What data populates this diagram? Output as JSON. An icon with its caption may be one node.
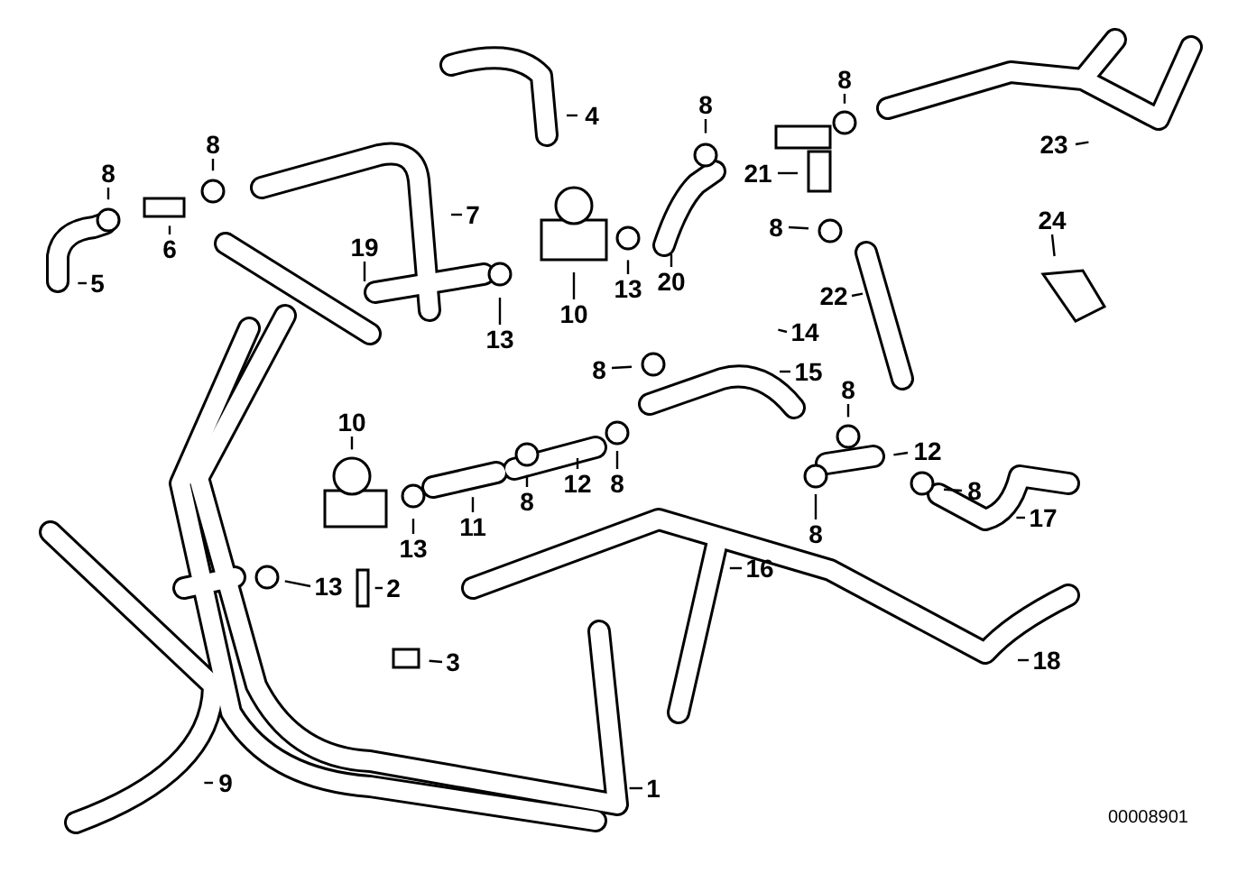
{
  "diagram": {
    "nodes": [
      {
        "text": [
          "4"
        ]
      },
      {
        "text": [
          "8"
        ]
      },
      {
        "text": [
          "8"
        ]
      },
      {
        "text": [
          "8"
        ]
      },
      {
        "text": [
          "8"
        ]
      },
      {
        "text": [
          "23"
        ]
      },
      {
        "text": [
          "6"
        ]
      },
      {
        "text": [
          "7"
        ]
      },
      {
        "text": [
          "21"
        ]
      },
      {
        "text": [
          "24"
        ]
      },
      {
        "text": [
          "8"
        ]
      },
      {
        "text": [
          "19"
        ]
      },
      {
        "text": [
          "5"
        ]
      },
      {
        "text": [
          "20"
        ]
      },
      {
        "text": [
          "13"
        ]
      },
      {
        "text": [
          "22"
        ]
      },
      {
        "text": [
          "10"
        ]
      },
      {
        "text": [
          "13"
        ]
      },
      {
        "text": [
          "14"
        ]
      },
      {
        "text": [
          "8"
        ]
      },
      {
        "text": [
          "15"
        ]
      },
      {
        "text": [
          "8"
        ]
      },
      {
        "text": [
          "10"
        ]
      },
      {
        "text": [
          "12"
        ]
      },
      {
        "text": [
          "8"
        ]
      },
      {
        "text": [
          "8"
        ]
      },
      {
        "text": [
          "12"
        ]
      },
      {
        "text": [
          "8"
        ]
      },
      {
        "text": [
          "11"
        ]
      },
      {
        "text": [
          "8"
        ]
      },
      {
        "text": [
          "17"
        ]
      },
      {
        "text": [
          "13"
        ]
      },
      {
        "text": [
          "13"
        ]
      },
      {
        "text": [
          "2"
        ]
      },
      {
        "text": [
          "16"
        ]
      },
      {
        "text": [
          "3"
        ]
      },
      {
        "text": [
          "18"
        ]
      },
      {
        "text": [
          "9"
        ]
      },
      {
        "text": [
          "1"
        ]
      }
    ],
    "edges": [
      {
        "from": 0,
        "to": null,
        "arrow": "none"
      },
      {
        "from": 1,
        "to": null,
        "arrow": "none"
      },
      {
        "from": 2,
        "to": null,
        "arrow": "none"
      },
      {
        "from": 3,
        "to": null,
        "arrow": "none"
      },
      {
        "from": 4,
        "to": null,
        "arrow": "none"
      },
      {
        "from": 5,
        "to": null,
        "arrow": "none"
      },
      {
        "from": 6,
        "to": null,
        "arrow": "none"
      },
      {
        "from": 7,
        "to": null,
        "arrow": "none"
      },
      {
        "from": 8,
        "to": null,
        "arrow": "none"
      },
      {
        "from": 9,
        "to": null,
        "arrow": "none"
      },
      {
        "from": 10,
        "to": null,
        "arrow": "none"
      },
      {
        "from": 11,
        "to": null,
        "arrow": "none"
      },
      {
        "from": 12,
        "to": null,
        "arrow": "none"
      },
      {
        "from": 13,
        "to": null,
        "arrow": "none"
      },
      {
        "from": 14,
        "to": null,
        "arrow": "none"
      },
      {
        "from": 15,
        "to": null,
        "arrow": "none"
      },
      {
        "from": 16,
        "to": null,
        "arrow": "none"
      },
      {
        "from": 17,
        "to": null,
        "arrow": "none"
      },
      {
        "from": 18,
        "to": null,
        "arrow": "none"
      },
      {
        "from": 19,
        "to": null,
        "arrow": "none"
      },
      {
        "from": 20,
        "to": null,
        "arrow": "none"
      },
      {
        "from": 21,
        "to": null,
        "arrow": "none"
      },
      {
        "from": 22,
        "to": null,
        "arrow": "none"
      },
      {
        "from": 23,
        "to": null,
        "arrow": "none"
      },
      {
        "from": 24,
        "to": null,
        "arrow": "none"
      },
      {
        "from": 25,
        "to": null,
        "arrow": "none"
      },
      {
        "from": 26,
        "to": null,
        "arrow": "none"
      },
      {
        "from": 27,
        "to": null,
        "arrow": "none"
      },
      {
        "from": 28,
        "to": null,
        "arrow": "none"
      },
      {
        "from": 29,
        "to": null,
        "arrow": "none"
      },
      {
        "from": 30,
        "to": null,
        "arrow": "none"
      },
      {
        "from": 31,
        "to": null,
        "arrow": "none"
      },
      {
        "from": 32,
        "to": null,
        "arrow": "none"
      },
      {
        "from": 33,
        "to": null,
        "arrow": "none"
      },
      {
        "from": 34,
        "to": null,
        "arrow": "none"
      },
      {
        "from": 35,
        "to": null,
        "arrow": "none"
      },
      {
        "from": 36,
        "to": null,
        "arrow": "none"
      },
      {
        "from": 37,
        "to": null,
        "arrow": "none"
      },
      {
        "from": 38,
        "to": null,
        "arrow": "none"
      }
    ],
    "labels": [
      "00008901"
    ]
  }
}
